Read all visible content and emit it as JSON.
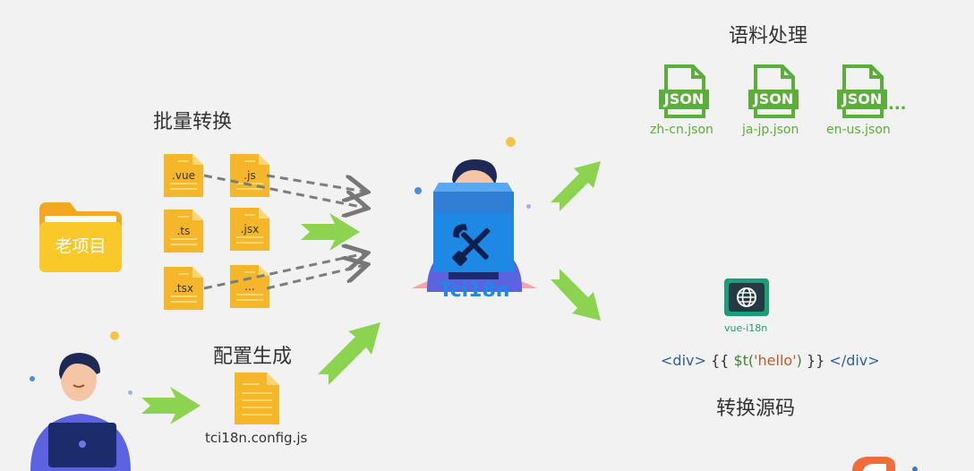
{
  "headings": {
    "corpus": "语料处理",
    "batch": "批量转换",
    "config": "配置生成",
    "convert": "转换源码"
  },
  "old_project": "老项目",
  "source_files": [
    ".vue",
    ".js",
    ".ts",
    ".jsx",
    ".tsx",
    "..."
  ],
  "config_file": "tci18n.config.js",
  "tool_name": "Tci18n",
  "json_icon_label": "JSON",
  "json_more": "...",
  "json_files": [
    "zh-cn.json",
    "ja-jp.json",
    "en-us.json"
  ],
  "vue_i18n_label": "vue-i18n",
  "code": {
    "open_tag": "<div>",
    "open_brace": "{{",
    "fn": "$t(",
    "arg": "'hello'",
    "close_paren": ")",
    "close_brace": "}}",
    "close_tag": "</div>"
  },
  "colors": {
    "arrow_green": "#8cd34f",
    "json_green": "#5cae3a",
    "folder_yellow": "#f6c42b",
    "file_yellow": "#f5b62a",
    "screen_blue": "#1e88e5",
    "person_shirt": "#5b63e0",
    "code_tag": "#2f5da7",
    "code_string": "#c1582a"
  }
}
